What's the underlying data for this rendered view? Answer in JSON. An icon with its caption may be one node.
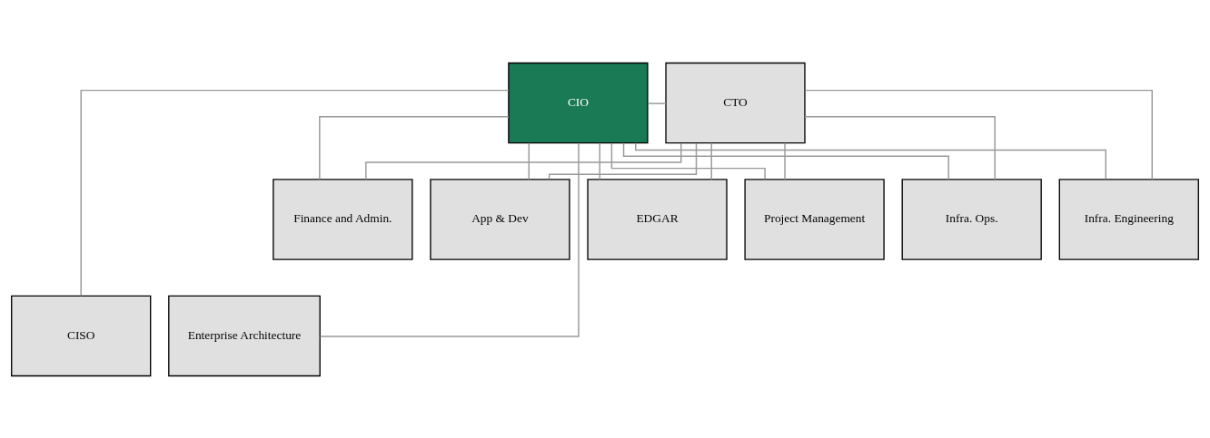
{
  "diagram": {
    "nodes": [
      {
        "text": [
          "CIO"
        ]
      },
      {
        "text": [
          "CTO"
        ]
      },
      {
        "text": [
          "Finance and Admin."
        ]
      },
      {
        "text": [
          "App & Dev"
        ]
      },
      {
        "text": [
          "EDGAR"
        ]
      },
      {
        "text": [
          "Project Management"
        ]
      },
      {
        "text": [
          "Infra. Ops."
        ]
      },
      {
        "text": [
          "Infra. Engineering"
        ]
      },
      {
        "text": [
          "CISO"
        ]
      },
      {
        "text": [
          "Enterprise Architecture"
        ]
      }
    ],
    "edges": [
      {
        "from": 0,
        "to": 1,
        "arrow": "none"
      },
      {
        "from": 0,
        "to": 2,
        "arrow": "none"
      },
      {
        "from": 0,
        "to": 3,
        "arrow": "none"
      },
      {
        "from": 0,
        "to": 4,
        "arrow": "none"
      },
      {
        "from": 0,
        "to": 5,
        "arrow": "none"
      },
      {
        "from": 0,
        "to": 6,
        "arrow": "none"
      },
      {
        "from": 0,
        "to": 7,
        "arrow": "none"
      },
      {
        "from": 1,
        "to": 2,
        "arrow": "none"
      },
      {
        "from": 1,
        "to": 3,
        "arrow": "none"
      },
      {
        "from": 1,
        "to": 4,
        "arrow": "none"
      },
      {
        "from": 1,
        "to": 5,
        "arrow": "none"
      },
      {
        "from": 1,
        "to": 6,
        "arrow": "none"
      },
      {
        "from": 1,
        "to": 7,
        "arrow": "none"
      },
      {
        "from": 0,
        "to": 8,
        "arrow": "none"
      },
      {
        "from": 0,
        "to": 9,
        "arrow": "none"
      }
    ]
  }
}
